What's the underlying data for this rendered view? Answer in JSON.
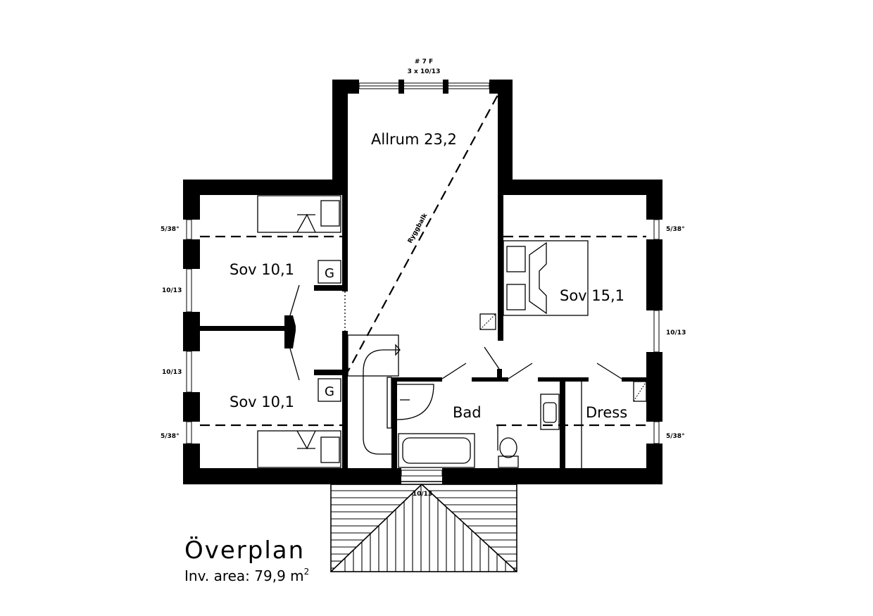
{
  "plan": {
    "title": "Överplan",
    "area_label": "Inv. area: 79,9 m",
    "area_sup": "2"
  },
  "rooms": {
    "allrum": "Allrum 23,2",
    "sov_top": "Sov 10,1",
    "sov_bottom": "Sov 10,1",
    "sov_right": "Sov 15,1",
    "bad": "Bad",
    "dress": "Dress"
  },
  "annotations": {
    "window_top_line1": "# 7 F",
    "window_top_line2": "3 x 10/13",
    "left_upper_window": "5/38°",
    "left_window_1": "10/13",
    "left_window_2": "10/13",
    "left_lower_window": "5/38°",
    "right_upper_window": "5/38°",
    "right_window": "10/13",
    "right_lower_window": "5/38°",
    "bottom_window": "10/13",
    "roof_line": "Ryggbalk",
    "g_top": "G",
    "g_bottom": "G"
  },
  "colors": {
    "wall": "#000000",
    "background": "#ffffff"
  }
}
